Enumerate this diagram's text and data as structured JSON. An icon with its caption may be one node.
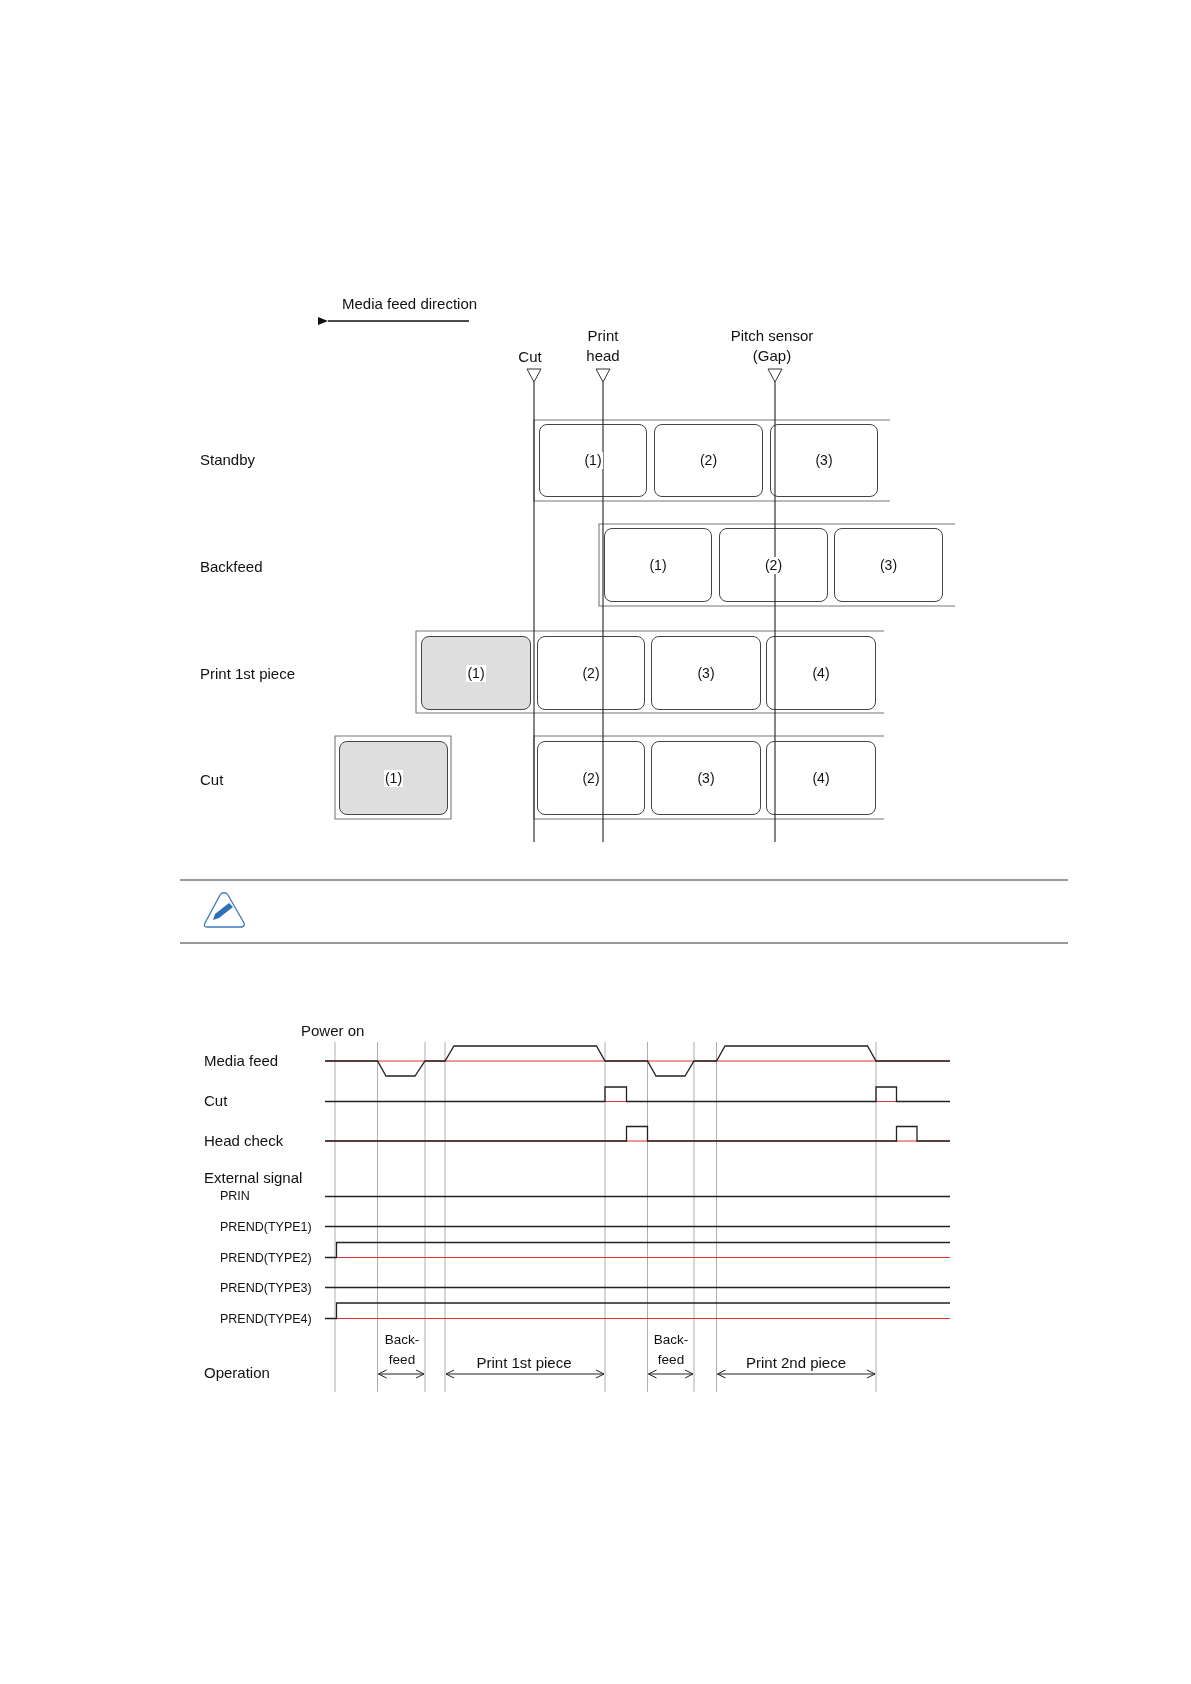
{
  "diagram": {
    "nodes": [
      {
        "text": [
          "(1)"
        ]
      },
      {
        "text": [
          "(2)"
        ]
      },
      {
        "text": [
          "(3)"
        ]
      },
      {
        "text": [
          "(1)"
        ]
      },
      {
        "text": [
          "(2)"
        ]
      },
      {
        "text": [
          "(3)"
        ]
      },
      {
        "text": [
          "(1)"
        ]
      },
      {
        "text": [
          "(2)"
        ]
      },
      {
        "text": [
          "(3)"
        ]
      },
      {
        "text": [
          "(4)"
        ]
      },
      {
        "text": [
          "(1)"
        ]
      },
      {
        "text": [
          "(2)"
        ]
      },
      {
        "text": [
          "(3)"
        ]
      },
      {
        "text": [
          "(4)"
        ]
      }
    ],
    "labels": [
      "Media feed direction",
      "Print head",
      "Pitch sensor (Gap)",
      "Cut",
      "Standby",
      "Backfeed",
      "Print 1st piece",
      "Cut",
      "Power on",
      "Media feed",
      "Cut",
      "Head check",
      "External signal",
      "PRIN",
      "PREND(TYPE1)",
      "PREND(TYPE2)",
      "PREND(TYPE3)",
      "PREND(TYPE4)",
      "Back-feed",
      "Print 1st piece",
      "Back-feed",
      "Print 2nd piece",
      "Operation"
    ]
  }
}
